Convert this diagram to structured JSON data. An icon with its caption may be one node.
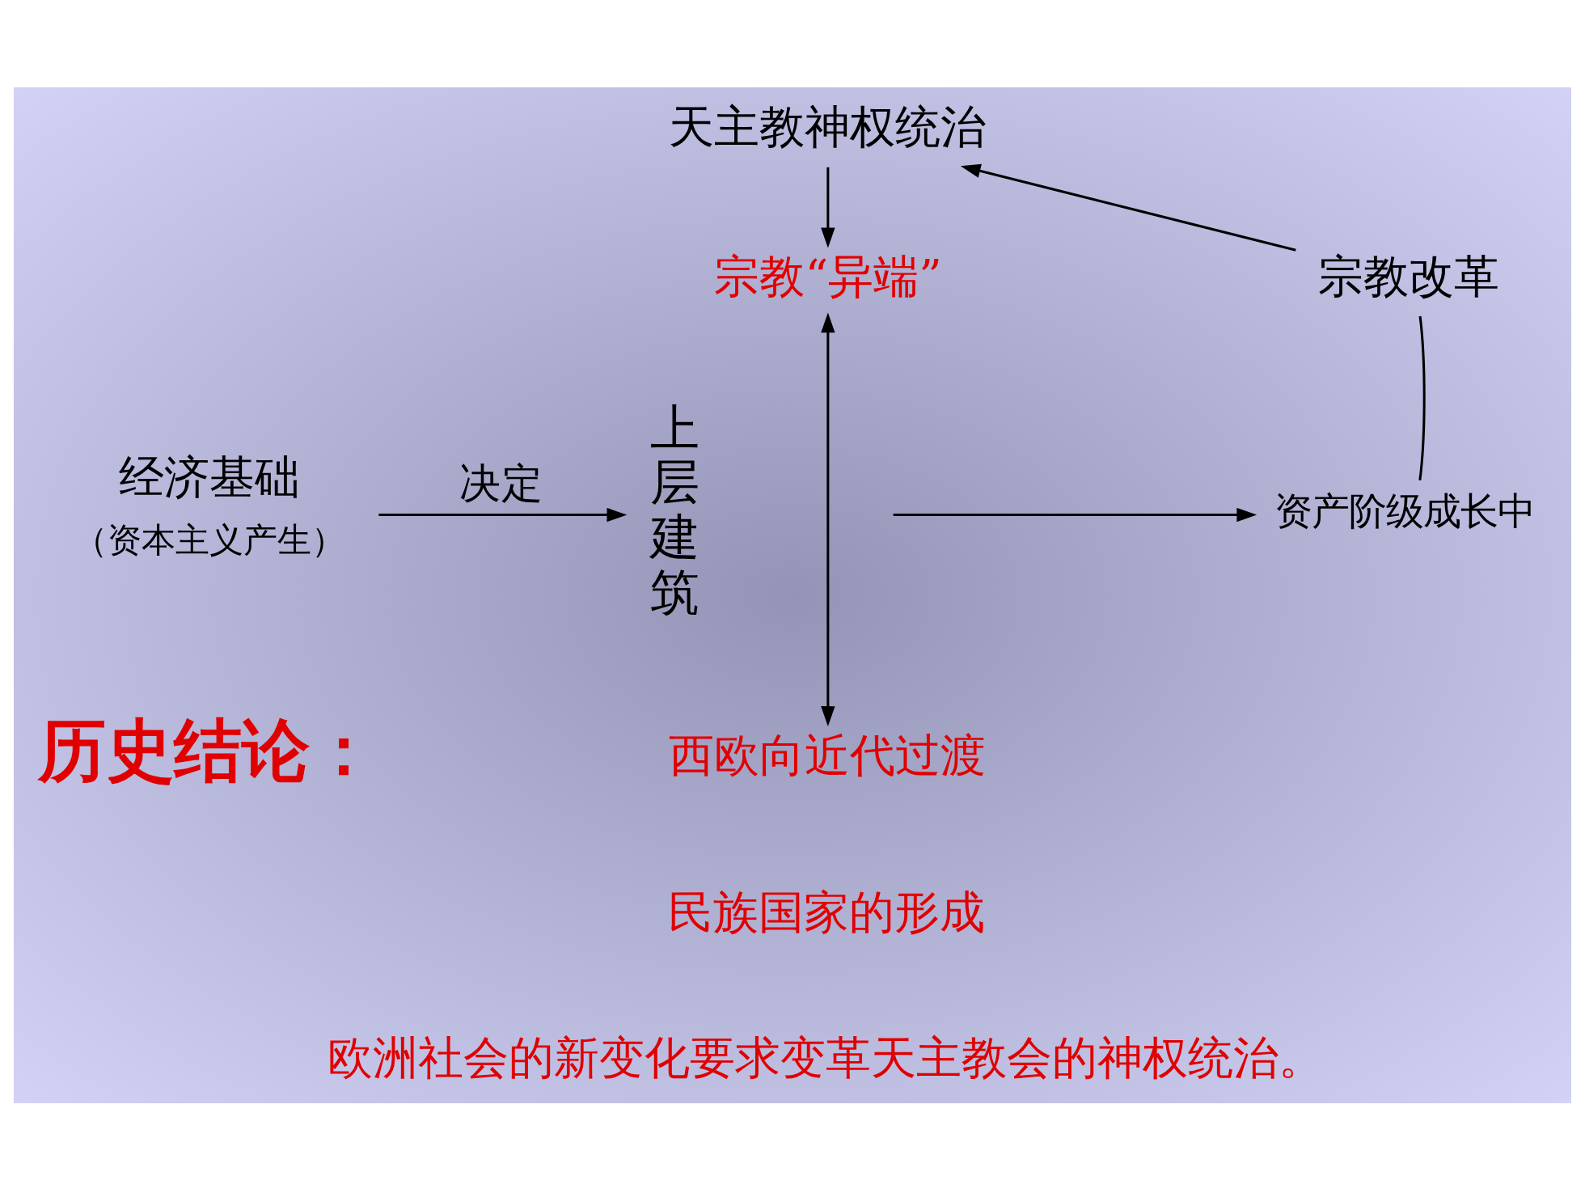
{
  "diagram": {
    "nodes": [
      {
        "text": [
          "天主教神权统治"
        ]
      },
      {
        "text": [
          "宗教“异端”"
        ]
      },
      {
        "text": [
          "宗教改革"
        ]
      },
      {
        "text": [
          "经济基础"
        ],
        "beside": [
          "（资本主义产生）"
        ]
      },
      {
        "text": [
          "上层建筑"
        ]
      },
      {
        "text": [
          "资产阶级成长中"
        ]
      },
      {
        "text": [
          "西欧向近代过渡"
        ]
      }
    ],
    "edges": [
      {
        "from": 0,
        "to": 1,
        "arrow": "to"
      },
      {
        "from": 3,
        "to": 4,
        "arrow": "to",
        "label": "决定"
      },
      {
        "from": 1,
        "to": 6,
        "arrow": "both"
      },
      {
        "from": null,
        "to": 5,
        "arrow": "to"
      },
      {
        "from": 5,
        "to": 2,
        "arrow": "none"
      },
      {
        "from": 2,
        "to": 0,
        "arrow": "to"
      }
    ],
    "labels": [
      "历史结论：",
      "民族国家的形成",
      "欧洲社会的新变化要求变革天主教会的神权统治。"
    ]
  }
}
